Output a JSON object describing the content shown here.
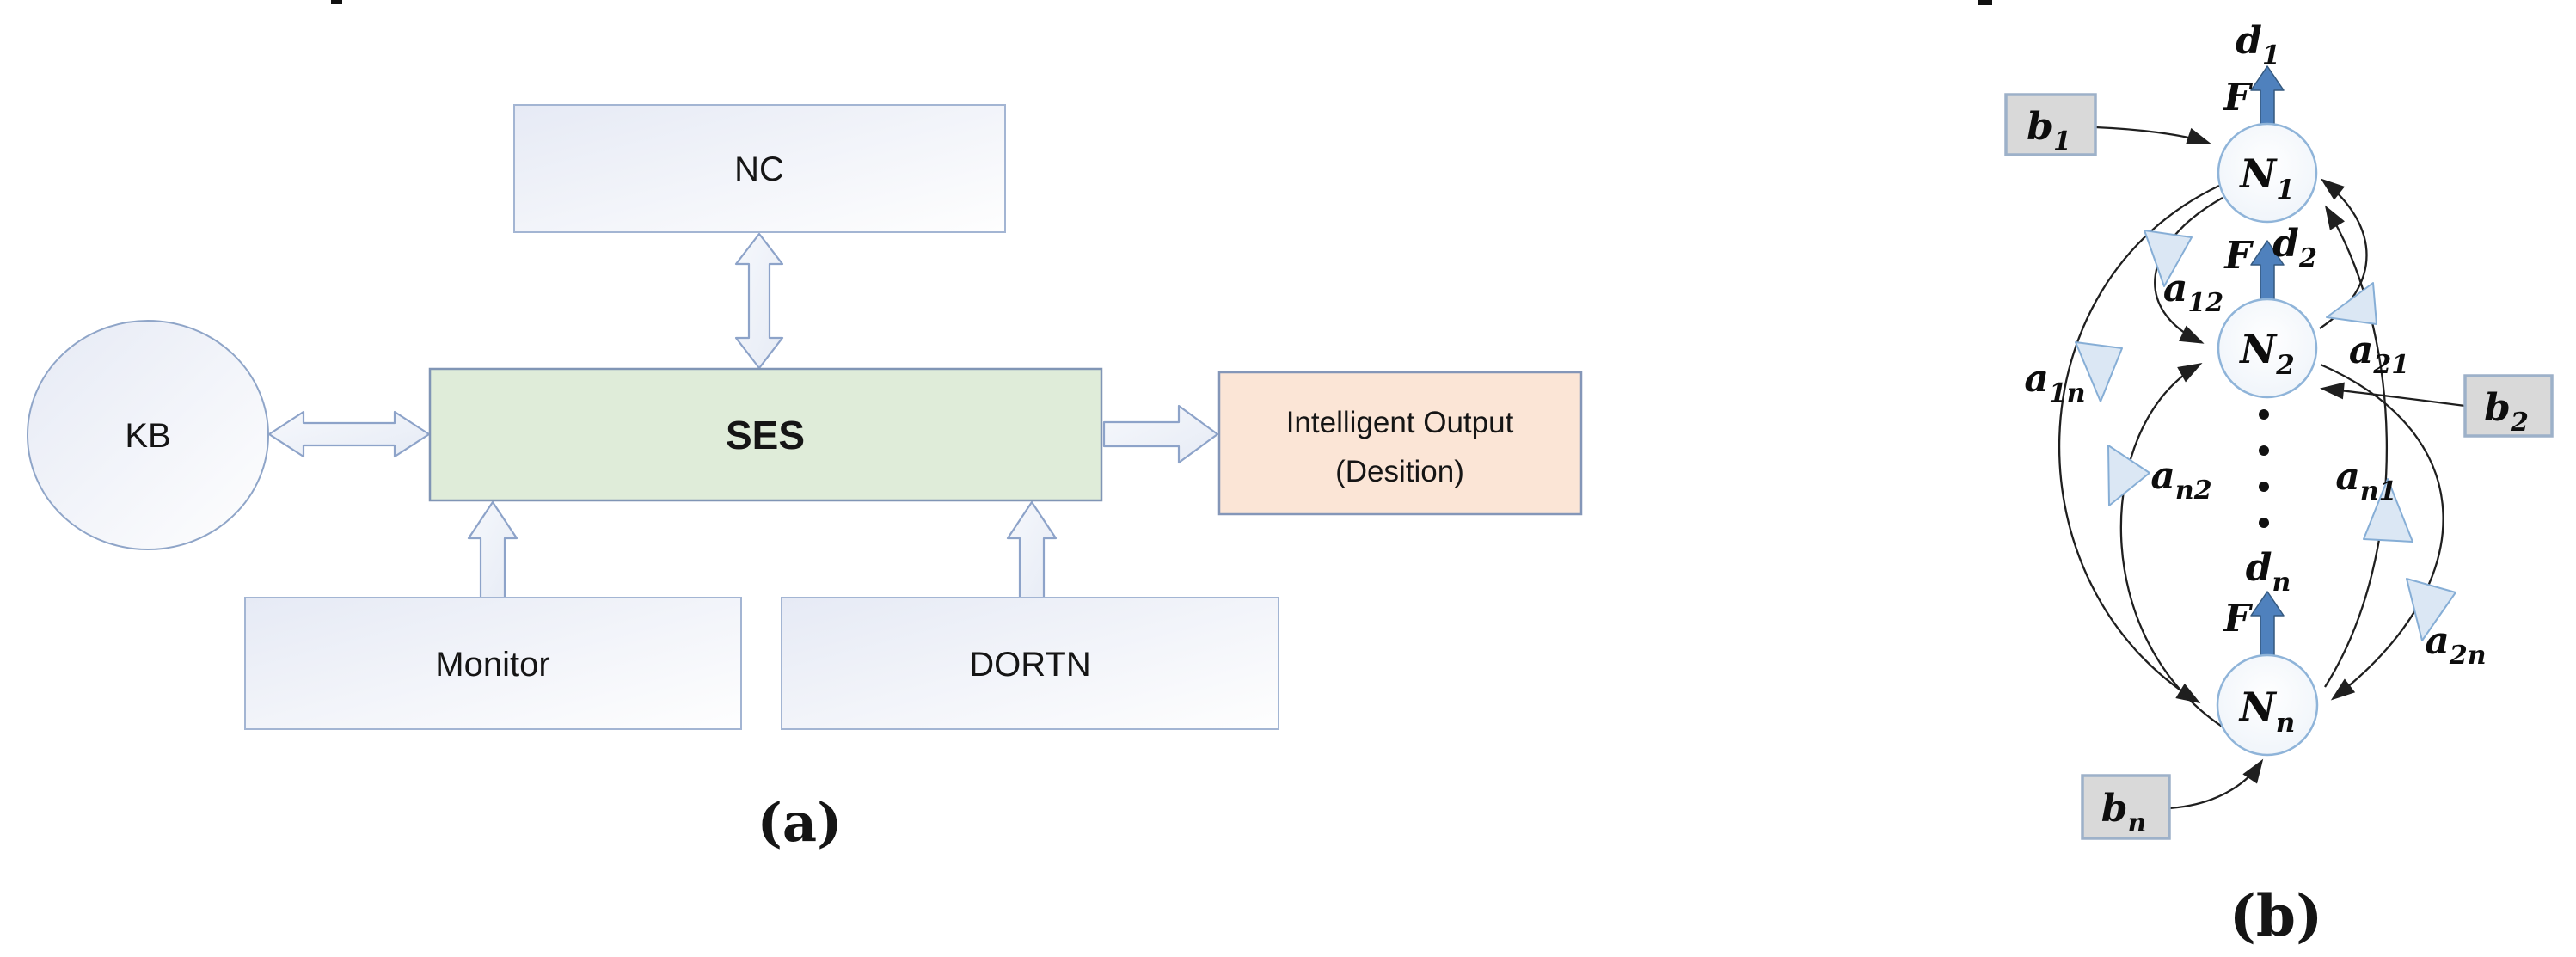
{
  "colors": {
    "ses_fill": "#dfecd9",
    "output_fill": "#fbe5d6",
    "box_border": "#a3b5d3",
    "block_arrow_stroke": "#8da3c9",
    "node_border": "#8fb4d9",
    "thick_arrow_blue": "#4f81bd",
    "triangle_fill": "#dbe7f4",
    "triangle_border": "#86aed6",
    "input_box_fill": "#d9d9d9",
    "input_box_border": "#9db1c9",
    "connector_black": "#1f1f1f"
  },
  "figure_a": {
    "caption": "(a)",
    "nc": "NC",
    "kb": "KB",
    "ses": "SES",
    "output_line1": "Intelligent Output",
    "output_line2": "(Desition)",
    "monitor": "Monitor",
    "dortn": "DORTN"
  },
  "figure_b": {
    "caption": "(b)",
    "f_labels": [
      "F",
      "F",
      "F"
    ],
    "nodes": [
      {
        "base": "N",
        "sub": "1"
      },
      {
        "base": "N",
        "sub": "2"
      },
      {
        "base": "N",
        "sub": "n"
      }
    ],
    "outputs": [
      {
        "base": "d",
        "sub": "1"
      },
      {
        "base": "d",
        "sub": "2"
      },
      {
        "base": "d",
        "sub": "n"
      }
    ],
    "inputs": [
      {
        "base": "b",
        "sub": "1"
      },
      {
        "base": "b",
        "sub": "2"
      },
      {
        "base": "b",
        "sub": "n"
      }
    ],
    "weights": [
      {
        "base": "a",
        "sub": "12"
      },
      {
        "base": "a",
        "sub": "21"
      },
      {
        "base": "a",
        "sub": "1n"
      },
      {
        "base": "a",
        "sub": "n2"
      },
      {
        "base": "a",
        "sub": "n1"
      },
      {
        "base": "a",
        "sub": "2n"
      }
    ],
    "ellipsis_dots": 4
  }
}
